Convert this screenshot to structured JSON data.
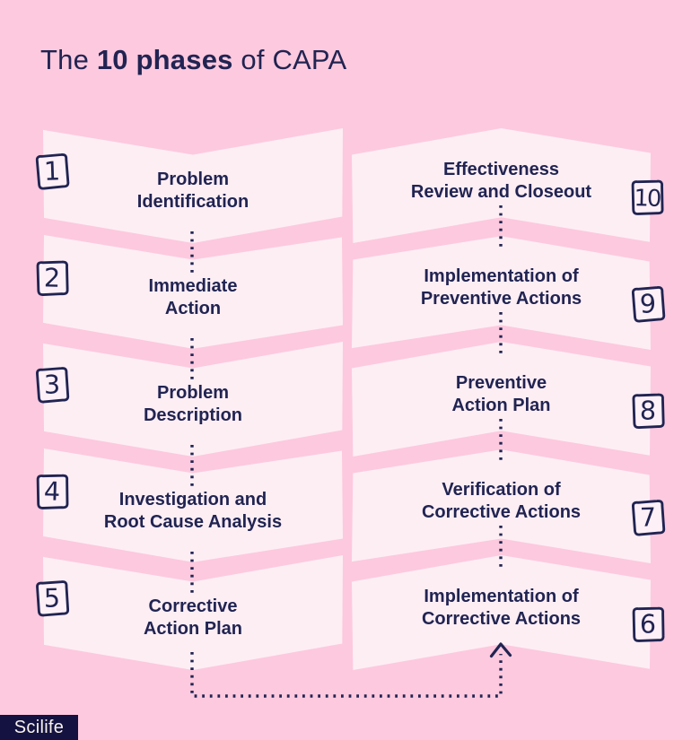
{
  "title": {
    "prefix": "The ",
    "highlight": "10 phases",
    "suffix": " of CAPA"
  },
  "colors": {
    "background": "#fdc9de",
    "shape": "#fdeef4",
    "ink": "#212452",
    "badge-fill": "#fdf0f6",
    "logo-bg": "#131240",
    "logo-text": "#f8f2ec"
  },
  "left_column": [
    {
      "number": "1",
      "line1": "Problem",
      "line2": "Identification"
    },
    {
      "number": "2",
      "line1": "Immediate",
      "line2": "Action"
    },
    {
      "number": "3",
      "line1": "Problem",
      "line2": "Description"
    },
    {
      "number": "4",
      "line1": "Investigation and",
      "line2": "Root Cause Analysis"
    },
    {
      "number": "5",
      "line1": "Corrective",
      "line2": "Action Plan"
    }
  ],
  "right_column": [
    {
      "number": "10",
      "line1": "Effectiveness",
      "line2": "Review and Closeout"
    },
    {
      "number": "9",
      "line1": "Implementation of",
      "line2": "Preventive Actions"
    },
    {
      "number": "8",
      "line1": "Preventive",
      "line2": "Action Plan"
    },
    {
      "number": "7",
      "line1": "Verification of",
      "line2": "Corrective Actions"
    },
    {
      "number": "6",
      "line1": "Implementation of",
      "line2": "Corrective Actions"
    }
  ],
  "logo": {
    "label": "Scilife"
  }
}
